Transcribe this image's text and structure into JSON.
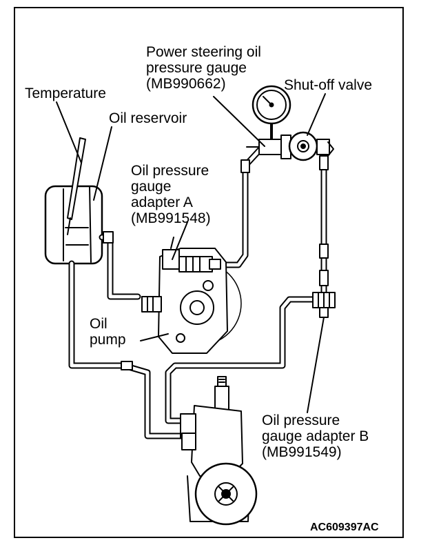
{
  "labels": {
    "power_steering_gauge": [
      "Power steering oil",
      "pressure gauge",
      "(MB990662)"
    ],
    "shut_off_valve": "Shut-off valve",
    "temperature": "Temperature",
    "oil_reservoir": "Oil reservoir",
    "adapter_a": [
      "Oil pressure",
      "gauge",
      "adapter A",
      "(MB991548)"
    ],
    "oil_pump": [
      "Oil",
      "pump"
    ],
    "adapter_b": [
      "Oil pressure",
      "gauge adapter B",
      "(MB991549)"
    ]
  },
  "figure_code": "AC609397AC"
}
